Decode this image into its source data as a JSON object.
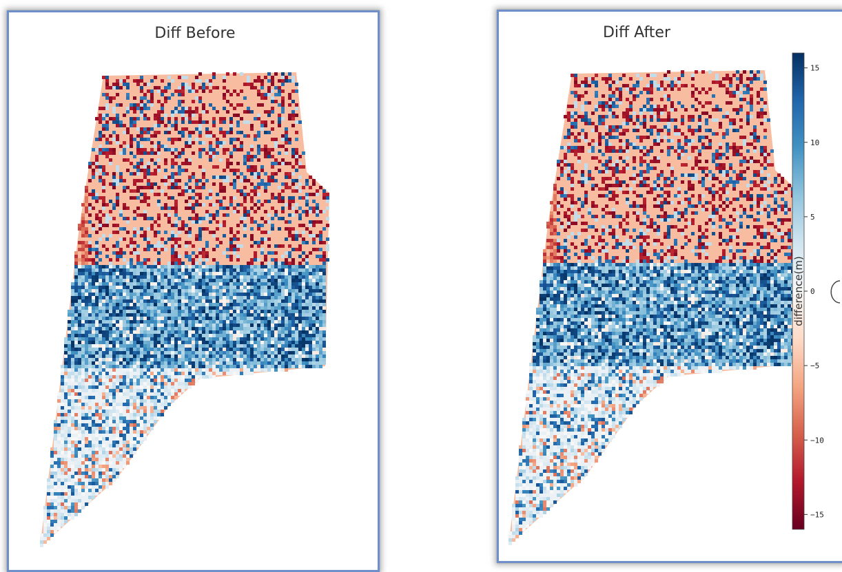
{
  "panels": [
    {
      "title": "Diff Before"
    },
    {
      "title": "Diff After"
    }
  ],
  "chart_data": [
    {
      "type": "heatmap",
      "title": "Diff Before",
      "colormap": "RdBu",
      "color_range": [
        -16,
        16
      ],
      "regions": [
        {
          "zone": "north",
          "dominant_value": -5,
          "scatter_values": [
            -15,
            15
          ]
        },
        {
          "zone": "west_edge",
          "dominant_value": -9
        },
        {
          "zone": "middle_band",
          "dominant_value": 8,
          "scatter_values": [
            15,
            0
          ]
        },
        {
          "zone": "southwest",
          "dominant_value": 3,
          "scatter_values": [
            -10,
            10
          ]
        }
      ]
    },
    {
      "type": "heatmap",
      "title": "Diff After",
      "colormap": "RdBu",
      "color_range": [
        -16,
        16
      ],
      "regions": [
        {
          "zone": "north",
          "dominant_value": -5,
          "scatter_values": [
            -15,
            15
          ]
        },
        {
          "zone": "west_edge",
          "dominant_value": -9
        },
        {
          "zone": "middle_band",
          "dominant_value": 8,
          "scatter_values": [
            15,
            0
          ]
        },
        {
          "zone": "southwest",
          "dominant_value": 3,
          "scatter_values": [
            -10,
            10
          ]
        }
      ],
      "colorbar": {
        "label": "difference(m)",
        "ticks": [
          15,
          10,
          5,
          0,
          -5,
          -10,
          -15
        ],
        "tick_labels": [
          "15",
          "10",
          "5",
          "0",
          "−5",
          "−10",
          "−15"
        ],
        "range": [
          -16,
          16
        ]
      }
    }
  ]
}
